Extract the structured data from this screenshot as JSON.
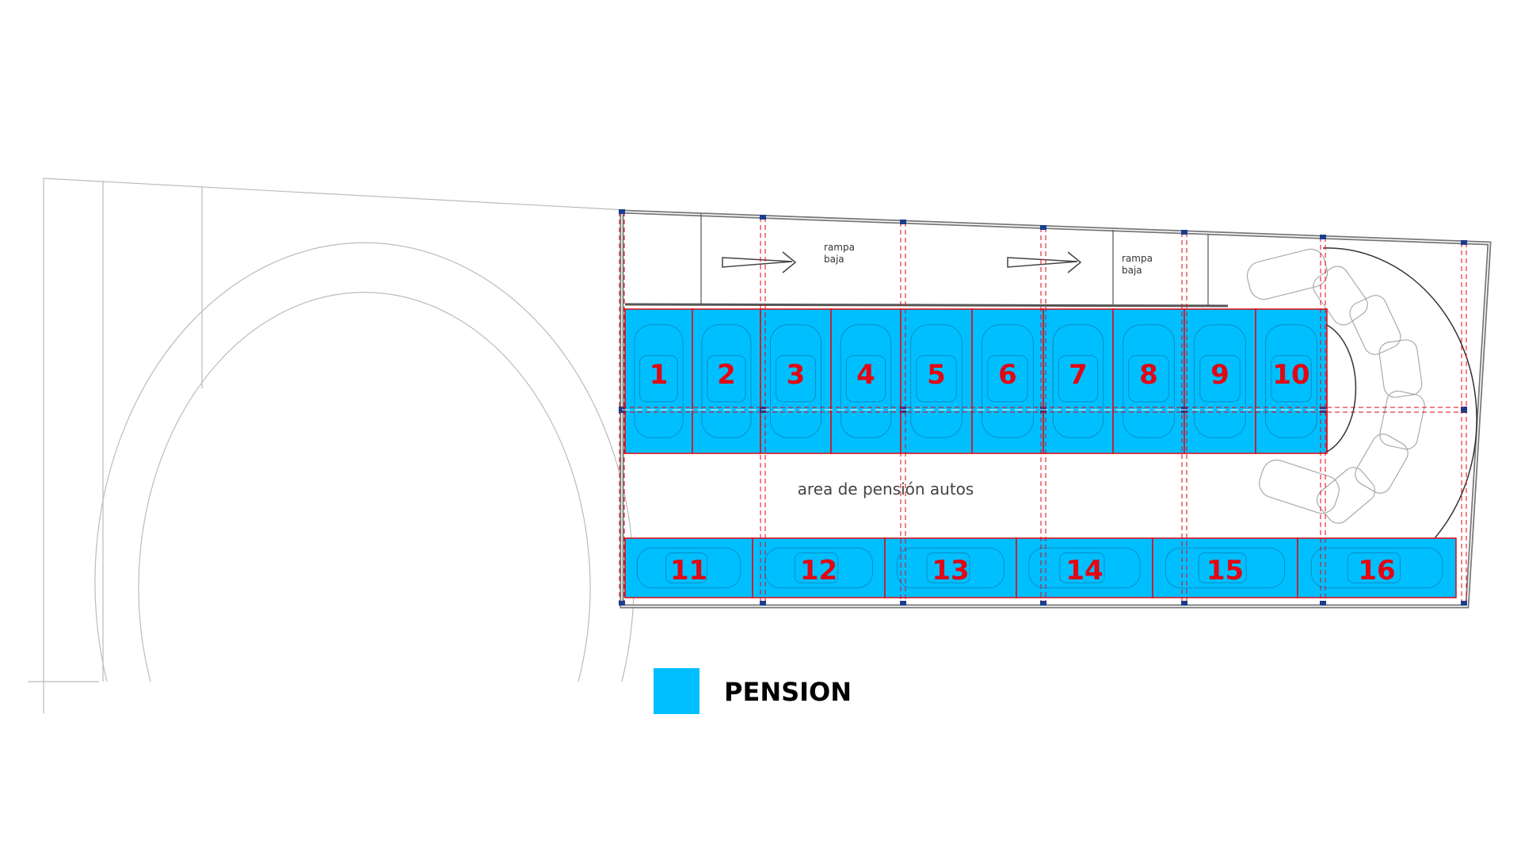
{
  "colors": {
    "pension": "#00bfff",
    "slot_border": "#e30613",
    "slot_number": "#e30613",
    "outline": "#555555",
    "wall": "#777777",
    "guide": "#e30613",
    "faint": "#bbbbbb"
  },
  "ramps": [
    {
      "line1": "rampa",
      "line2": "baja"
    },
    {
      "line1": "rampa",
      "line2": "baja"
    }
  ],
  "area_label": "area de pensión autos",
  "slots_top": [
    "1",
    "2",
    "3",
    "4",
    "5",
    "6",
    "7",
    "8",
    "9",
    "10"
  ],
  "slots_bottom": [
    "11",
    "12",
    "13",
    "14",
    "15",
    "16"
  ],
  "legend": {
    "label": "PENSION",
    "color": "#00bfff"
  }
}
